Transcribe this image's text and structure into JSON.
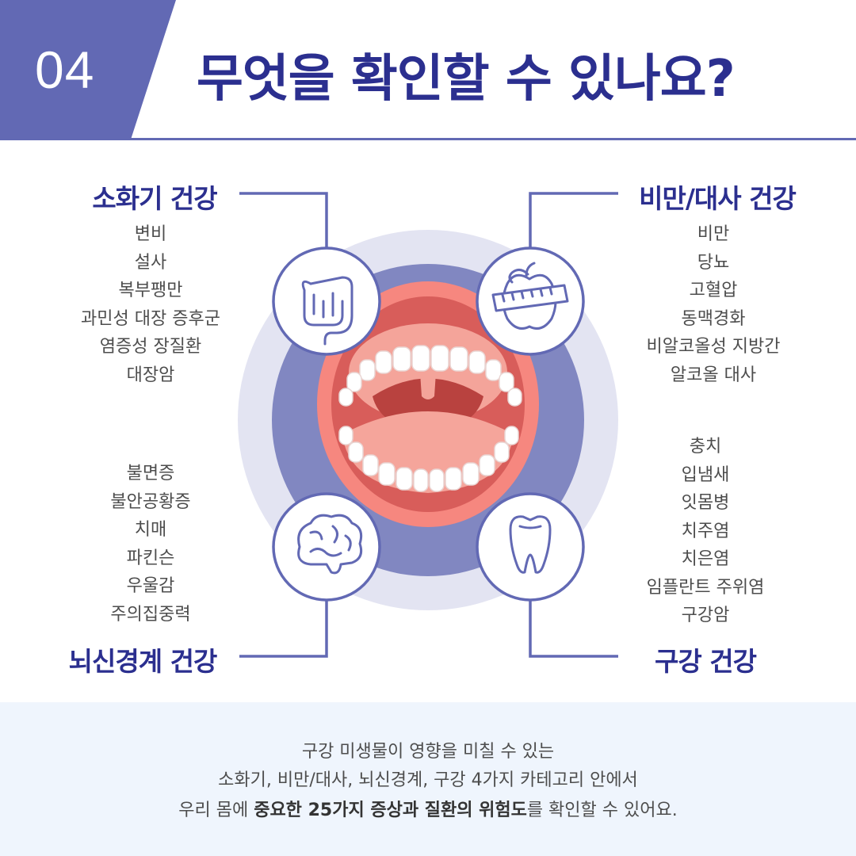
{
  "header": {
    "number": "04",
    "title": "무엇을 확인할 수 있나요?",
    "accent_color": "#6269b4",
    "title_color": "#2b2f8f"
  },
  "categories": {
    "digestive": {
      "title": "소화기 건강",
      "icon": "intestine-icon",
      "items": [
        "변비",
        "설사",
        "복부팽만",
        "과민성 대장 증후군",
        "염증성 장질환",
        "대장암"
      ]
    },
    "metabolic": {
      "title": "비만/대사 건강",
      "icon": "apple-measuring-tape-icon",
      "items": [
        "비만",
        "당뇨",
        "고혈압",
        "동맥경화",
        "비알코올성 지방간",
        "알코올 대사"
      ]
    },
    "neuro": {
      "title": "뇌신경계 건강",
      "icon": "brain-icon",
      "items": [
        "불면증",
        "불안공황증",
        "치매",
        "파킨슨",
        "우울감",
        "주의집중력"
      ]
    },
    "oral": {
      "title": "구강 건강",
      "icon": "tooth-icon",
      "items": [
        "충치",
        "입냄새",
        "잇몸병",
        "치주염",
        "치은염",
        "임플란트 주위염",
        "구강암"
      ]
    }
  },
  "footer": {
    "line1": "구강 미생물이 영향을 미칠 수 있는",
    "line2": "소화기, 비만/대사, 뇌신경계, 구강 4가지 카테고리 안에서",
    "line3_pre": "우리 몸에 ",
    "line3_bold": "중요한 25가지 증상과 질환의 위험도",
    "line3_post": "를 확인할 수 있어요."
  }
}
